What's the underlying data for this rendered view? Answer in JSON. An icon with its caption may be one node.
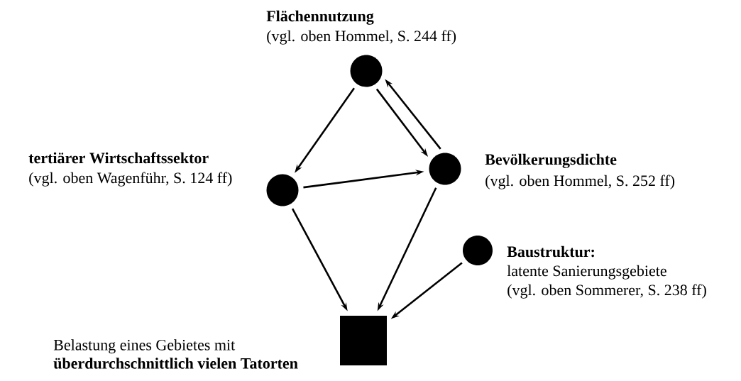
{
  "diagram": {
    "nodes": [
      {
        "text": [
          "Flächennutzung",
          "(vgl. oben Hommel, S. 244 ff)"
        ]
      },
      {
        "text": [
          "tertiärer Wirtschaftssektor",
          "(vgl. oben Wagenführ, S. 124 ff)"
        ]
      },
      {
        "text": [
          "Bevölkerungsdichte",
          "(vgl. oben Hommel, S. 252 ff)"
        ]
      },
      {
        "text": [
          "Baustruktur:",
          "latente Sanierungsgebiete",
          "(vgl. oben Sommerer, S. 238 ff)"
        ]
      },
      {
        "text": [
          "Belastung eines Gebietes mit **überdurchschnittlich vielen Tatorten**"
        ]
      }
    ],
    "edges": [
      {
        "from": 0,
        "to": 1,
        "arrow": "to"
      },
      {
        "from": 0,
        "to": 2,
        "arrow": "to"
      },
      {
        "from": 2,
        "to": 0,
        "arrow": "to"
      },
      {
        "from": 1,
        "to": 2,
        "arrow": "to"
      },
      {
        "from": 1,
        "to": 4,
        "arrow": "to"
      },
      {
        "from": 2,
        "to": 4,
        "arrow": "to"
      },
      {
        "from": 3,
        "to": 4,
        "arrow": "to"
      }
    ]
  }
}
